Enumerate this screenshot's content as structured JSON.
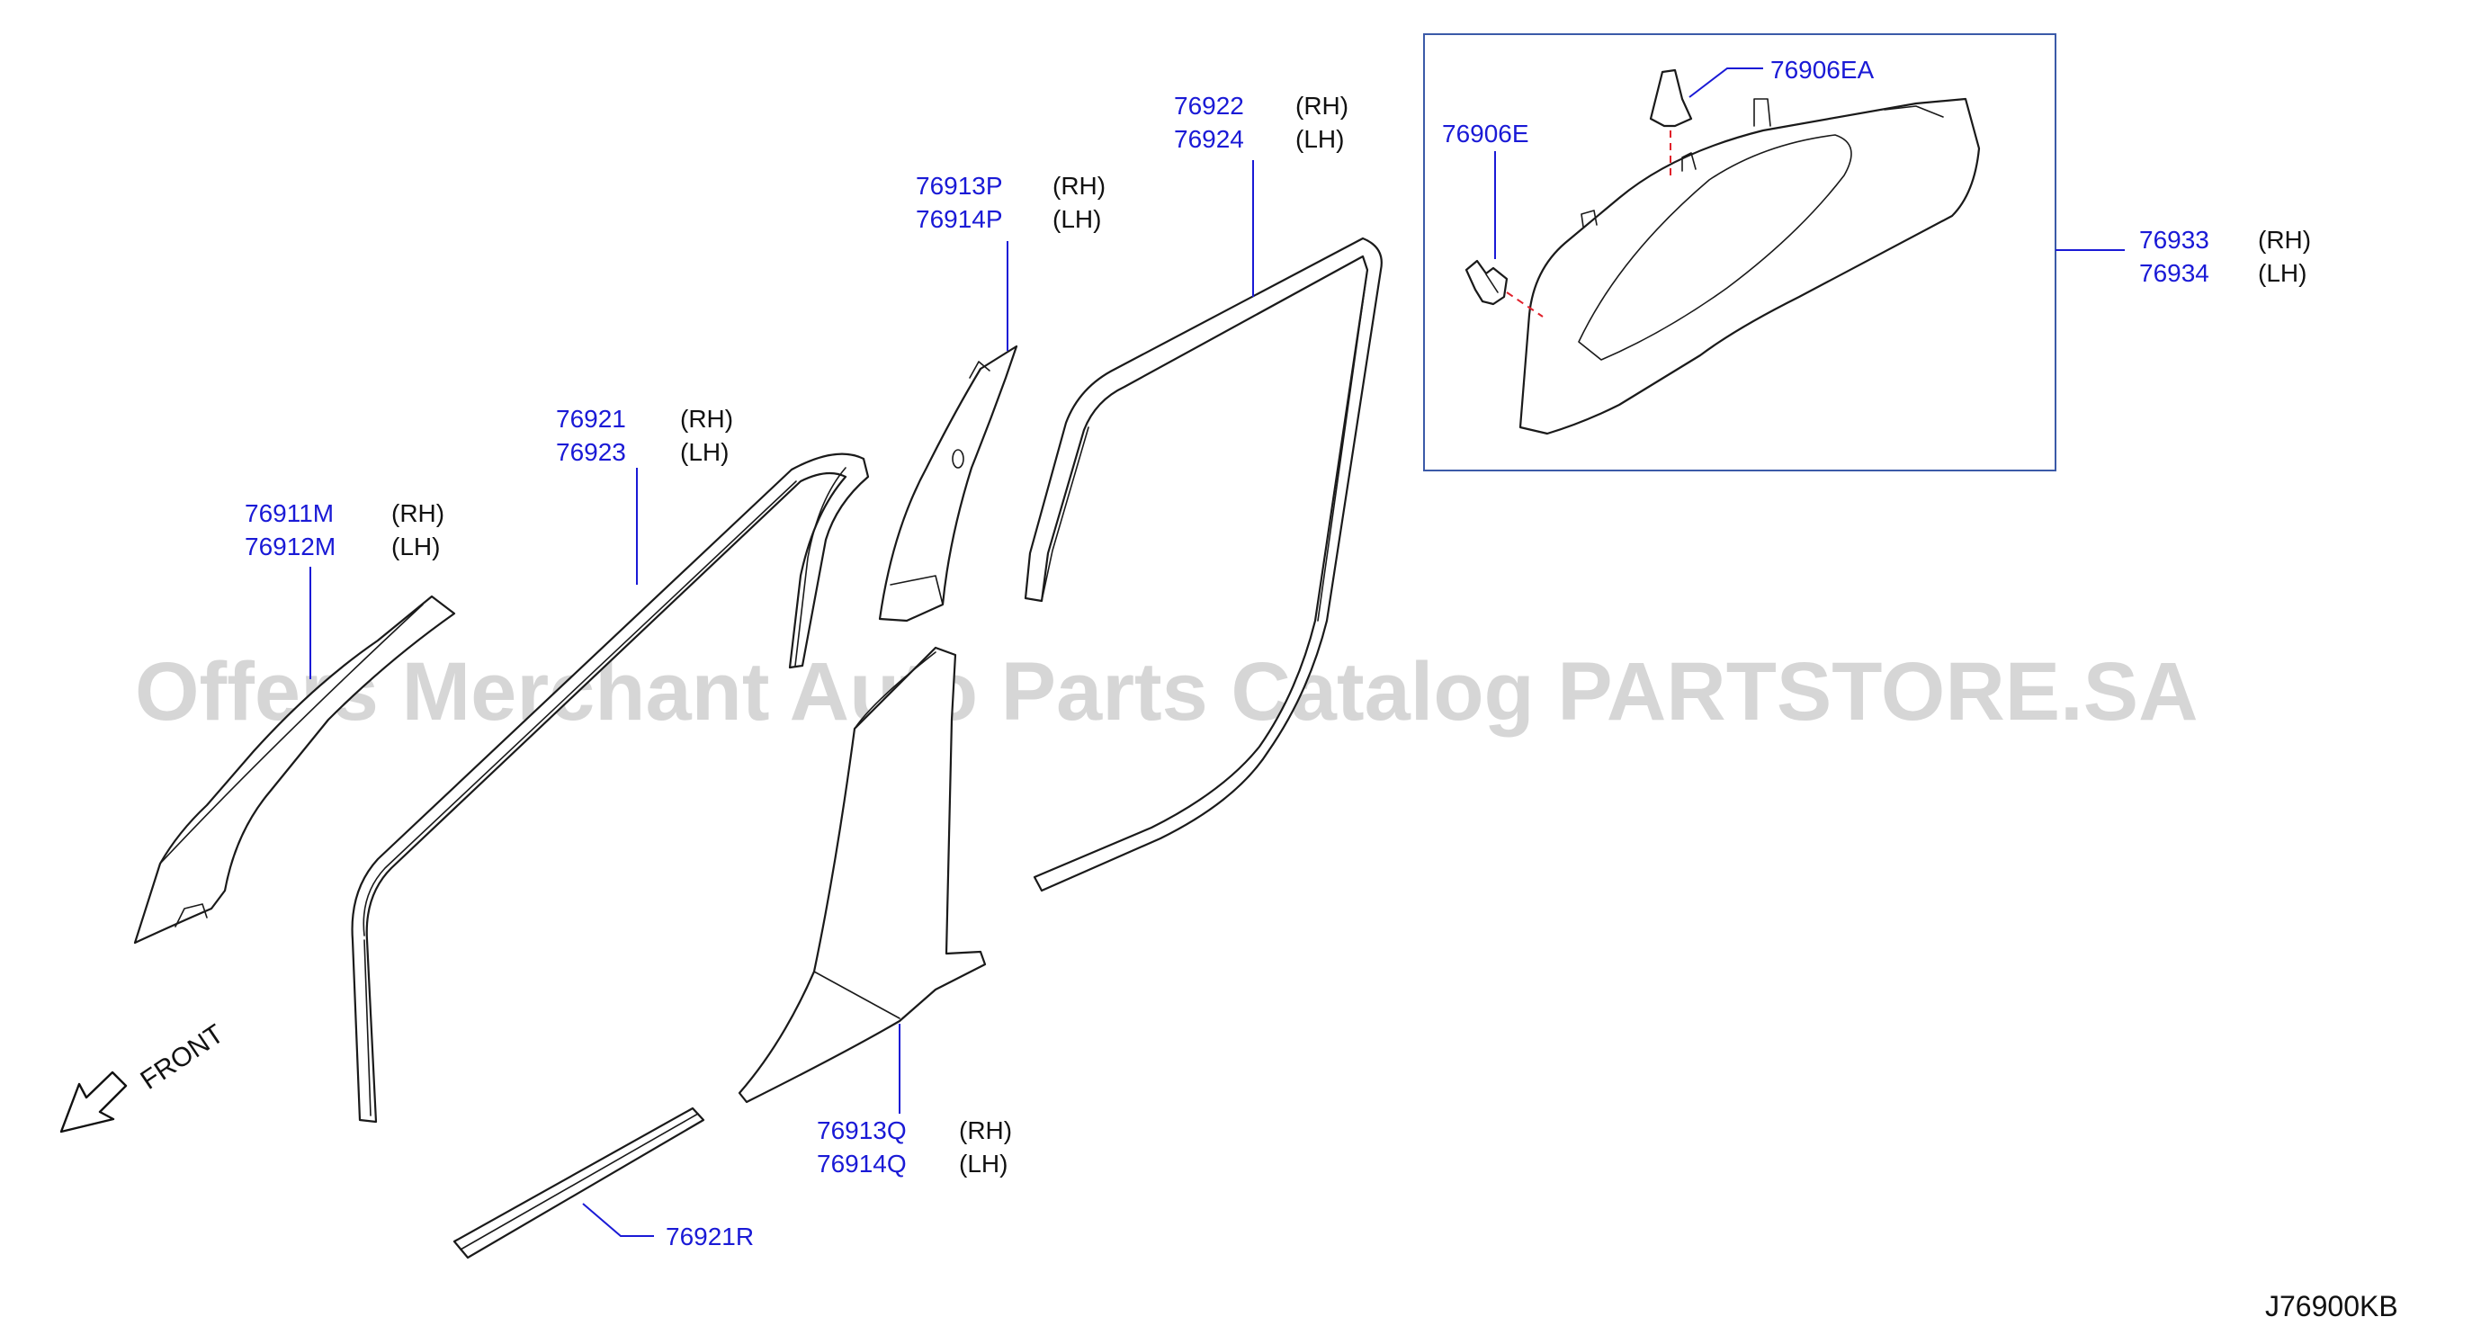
{
  "watermark": "Offers Merchant Auto Parts Catalog PARTSTORE.SA",
  "diagram_code": "J76900KB",
  "front_label": "FRONT",
  "callouts": [
    {
      "id": "c1",
      "lines": [
        {
          "pn": "76911M",
          "side": "(RH)"
        },
        {
          "pn": "76912M",
          "side": "(LH)"
        }
      ]
    },
    {
      "id": "c2",
      "lines": [
        {
          "pn": "76921",
          "side": "(RH)"
        },
        {
          "pn": "76923",
          "side": "(LH)"
        }
      ]
    },
    {
      "id": "c3",
      "lines": [
        {
          "pn": "76913P",
          "side": "(RH)"
        },
        {
          "pn": "76914P",
          "side": "(LH)"
        }
      ]
    },
    {
      "id": "c4",
      "lines": [
        {
          "pn": "76922",
          "side": "(RH)"
        },
        {
          "pn": "76924",
          "side": "(LH)"
        }
      ]
    },
    {
      "id": "c5",
      "lines": [
        {
          "pn": "76933",
          "side": "(RH)"
        },
        {
          "pn": "76934",
          "side": "(LH)"
        }
      ]
    },
    {
      "id": "c6",
      "lines": [
        {
          "pn": "76906EA",
          "side": ""
        }
      ]
    },
    {
      "id": "c7",
      "lines": [
        {
          "pn": "76906E",
          "side": ""
        }
      ]
    },
    {
      "id": "c8",
      "lines": [
        {
          "pn": "76913Q",
          "side": "(RH)"
        },
        {
          "pn": "76914Q",
          "side": "(LH)"
        }
      ]
    },
    {
      "id": "c9",
      "lines": [
        {
          "pn": "76921R",
          "side": ""
        }
      ]
    }
  ],
  "colors": {
    "label": "#1a1ad6",
    "leader": "#1a1ad6",
    "dashed": "#e0202a",
    "outline": "#1a1a1a"
  }
}
